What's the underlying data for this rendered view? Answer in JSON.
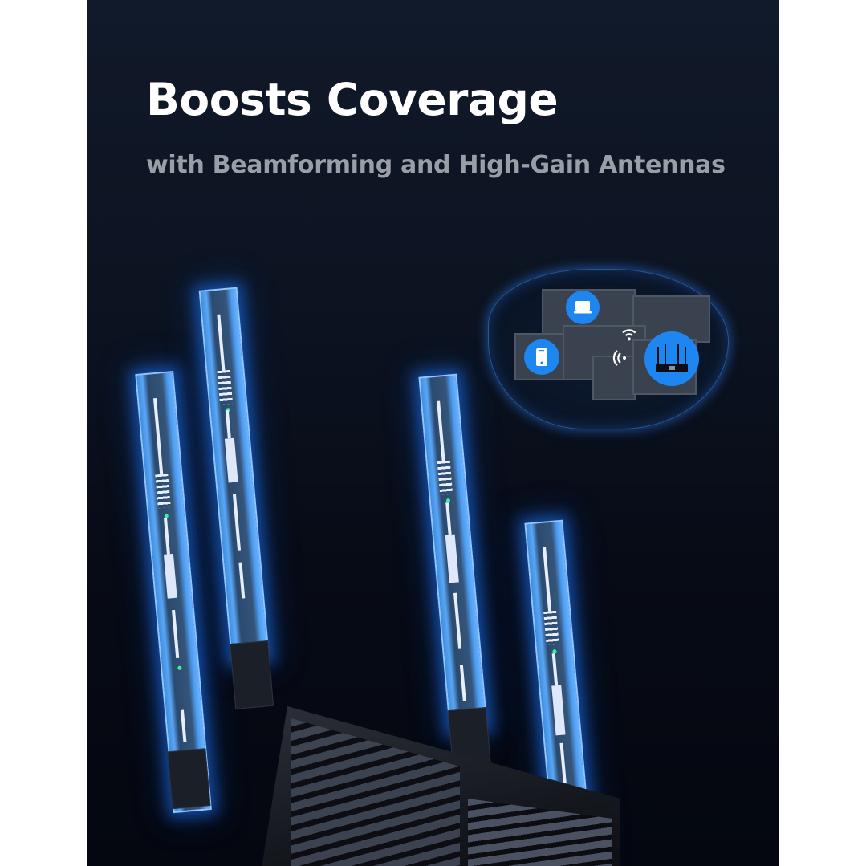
{
  "headline": "Boosts Coverage",
  "subheadline": "with Beamforming and High-Gain Antennas",
  "colors": {
    "background_top": "#111a2a",
    "background_bottom": "#04070f",
    "headline": "#ffffff",
    "subheadline": "#9a9ea6",
    "antenna_glow": "#3f8ee0",
    "device_badge": "#1e86f0"
  },
  "coverage_map": {
    "icons": [
      "laptop-icon",
      "phone-icon",
      "wifi-signal-icon",
      "wifi-signal-icon",
      "router-icon"
    ],
    "wifi_glyph": "((•"
  },
  "product": {
    "antenna_count": 4
  }
}
